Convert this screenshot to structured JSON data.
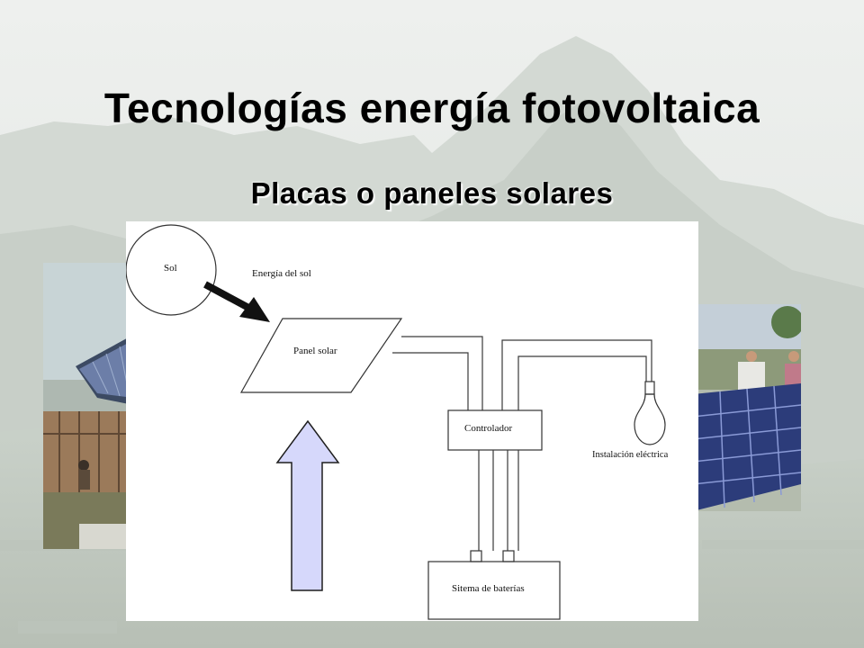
{
  "slide": {
    "title": "Tecnologías energía fotovoltaica",
    "subtitle": "Placas o paneles solares"
  },
  "diagram": {
    "labels": {
      "sun": "Sol",
      "sun_energy": "Energía del sol",
      "panel": "Panel solar",
      "controller": "Controlador",
      "installation": "Instalación eléctrica",
      "batteries": "Sitema de baterías"
    }
  },
  "colors": {
    "big_arrow_fill": "#d6d8fb",
    "big_arrow_stroke": "#1e1e1e",
    "line_color": "#3a3a3a"
  }
}
